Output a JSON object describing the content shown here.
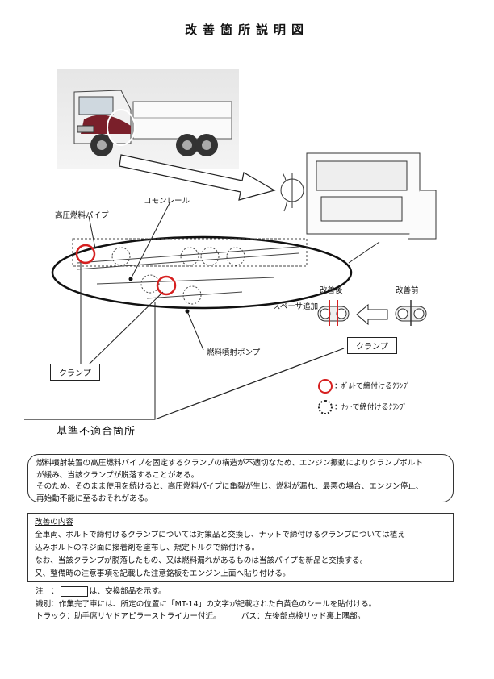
{
  "page": {
    "title": "改善箇所説明図"
  },
  "diagram": {
    "labels": {
      "high_pressure_pipe": "高圧燃料パイプ",
      "common_rail": "コモンレール",
      "fuel_pump": "燃料噴射ポンプ",
      "clamp_left": "クランプ",
      "clamp_right": "クランプ",
      "after": "改善後",
      "before": "改善前",
      "spacer_added": "スペーサ追加",
      "nonconforming": "基準不適合箇所"
    },
    "legend": {
      "bolt_clamp": "：ﾎﾞﾙﾄで締付けるｸﾗﾝﾌﾟ",
      "nut_clamp": "：ﾅｯﾄで締付けるｸﾗﾝﾌﾟ"
    },
    "colors": {
      "bolt_clamp_marker": "#d62020",
      "line": "#222222"
    }
  },
  "notice": {
    "lines": [
      "燃料噴射装置の高圧燃料パイプを固定するクランプの構造が不適切なため、エンジン振動によりクランプボルト",
      "が緩み、当該クランプが脱落することがある。",
      "そのため、そのまま使用を続けると、高圧燃料パイプに亀裂が生じ、燃料が漏れ、最悪の場合、エンジン停止、",
      "再始動不能に至るおそれがある。"
    ]
  },
  "improvement": {
    "heading": "改善の内容",
    "lines": [
      "全車両、ボルトで締付けるクランプについては対策品と交換し、ナットで締付けるクランプについては植え",
      "込みボルトのネジ面に接着剤を塗布し、規定トルクで締付ける。",
      "なお、当該クランプが脱落したもの、又は燃料漏れがあるものは当該パイプを新品と交換する。",
      "又、整備時の注意事項を記載した注意銘板をエンジン上面へ貼り付ける。"
    ]
  },
  "footer": {
    "note_prefix": "注　：",
    "note_suffix": "は、交換部品を示す。",
    "identification": "識別：作業完了車には、所定の位置に「MT-14」の文字が記載された白黄色のシールを貼付ける。",
    "truck_prefix": "トラック：助手席リヤドアピラーストライカー付近。",
    "bus": "バス：左後部点検リッド裏上隅部。"
  }
}
